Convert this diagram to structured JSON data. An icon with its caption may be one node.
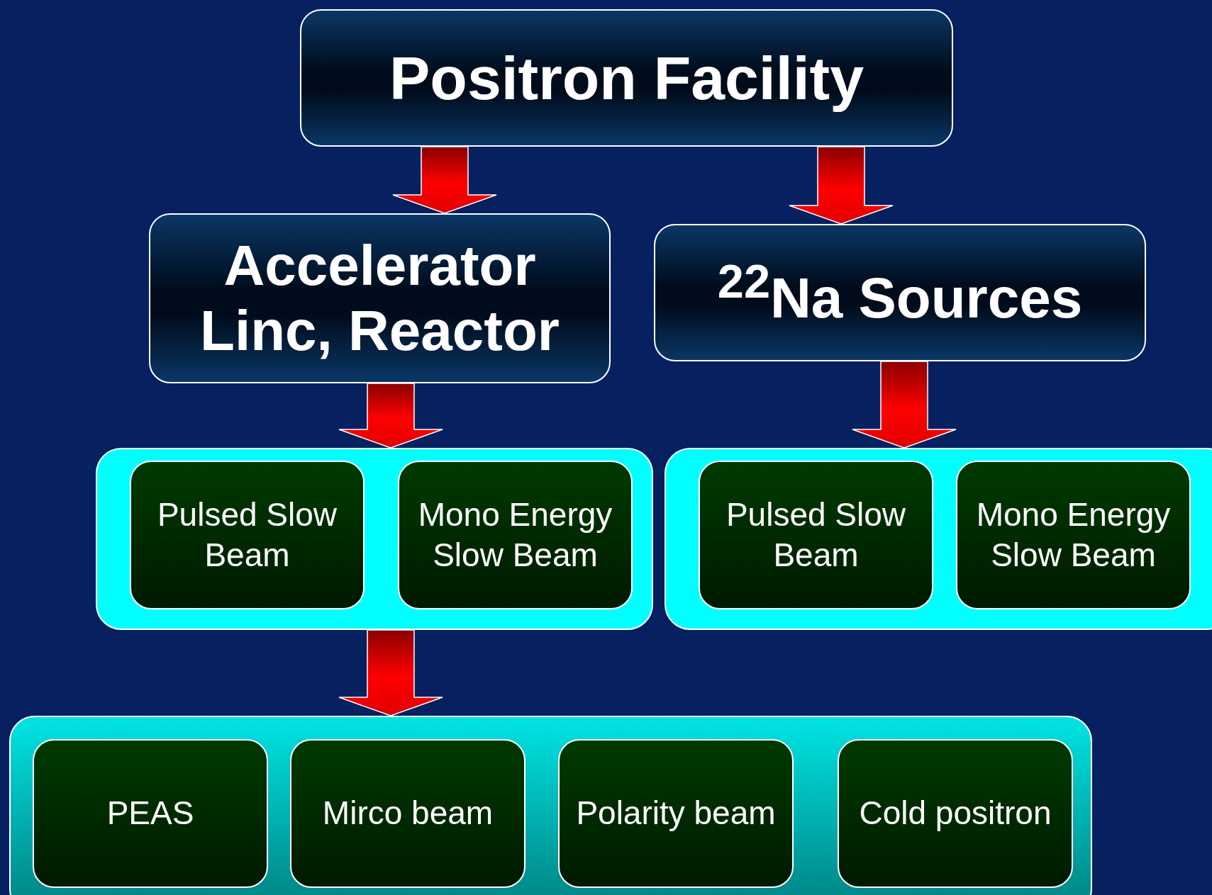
{
  "diagram": {
    "nodes": [
      {
        "text": [
          "Positron Facility"
        ]
      },
      {
        "text": [
          "Accelerator Linc, Reactor"
        ]
      },
      {
        "text": [
          "$^{22}$Na Sources"
        ]
      },
      {
        "text": [],
        "shape": "box"
      },
      {
        "text": [
          "Pulsed Slow Beam"
        ],
        "in": 3
      },
      {
        "text": [
          "Mono Energy Slow Beam"
        ],
        "in": 3
      },
      {
        "text": [],
        "shape": "box"
      },
      {
        "text": [
          "Pulsed Slow Beam"
        ],
        "in": 6
      },
      {
        "text": [
          "Mono Energy Slow Beam"
        ],
        "in": 6
      },
      {
        "text": [],
        "shape": "box"
      },
      {
        "text": [
          "PEAS"
        ],
        "in": 9
      },
      {
        "text": [
          "Mirco beam"
        ],
        "in": 9
      },
      {
        "text": [
          "Polarity beam"
        ],
        "in": 9
      },
      {
        "text": [
          "Cold positron"
        ],
        "in": 9
      }
    ],
    "edges": [
      {
        "from": 0,
        "to": 1,
        "arrow": "to",
        "style": "thick"
      },
      {
        "from": 0,
        "to": 2,
        "arrow": "to",
        "style": "thick"
      },
      {
        "from": 1,
        "to": 3,
        "arrow": "to",
        "style": "thick"
      },
      {
        "from": 2,
        "to": 6,
        "arrow": "to",
        "style": "thick"
      },
      {
        "from": 3,
        "to": 9,
        "arrow": "to",
        "style": "thick"
      }
    ]
  }
}
